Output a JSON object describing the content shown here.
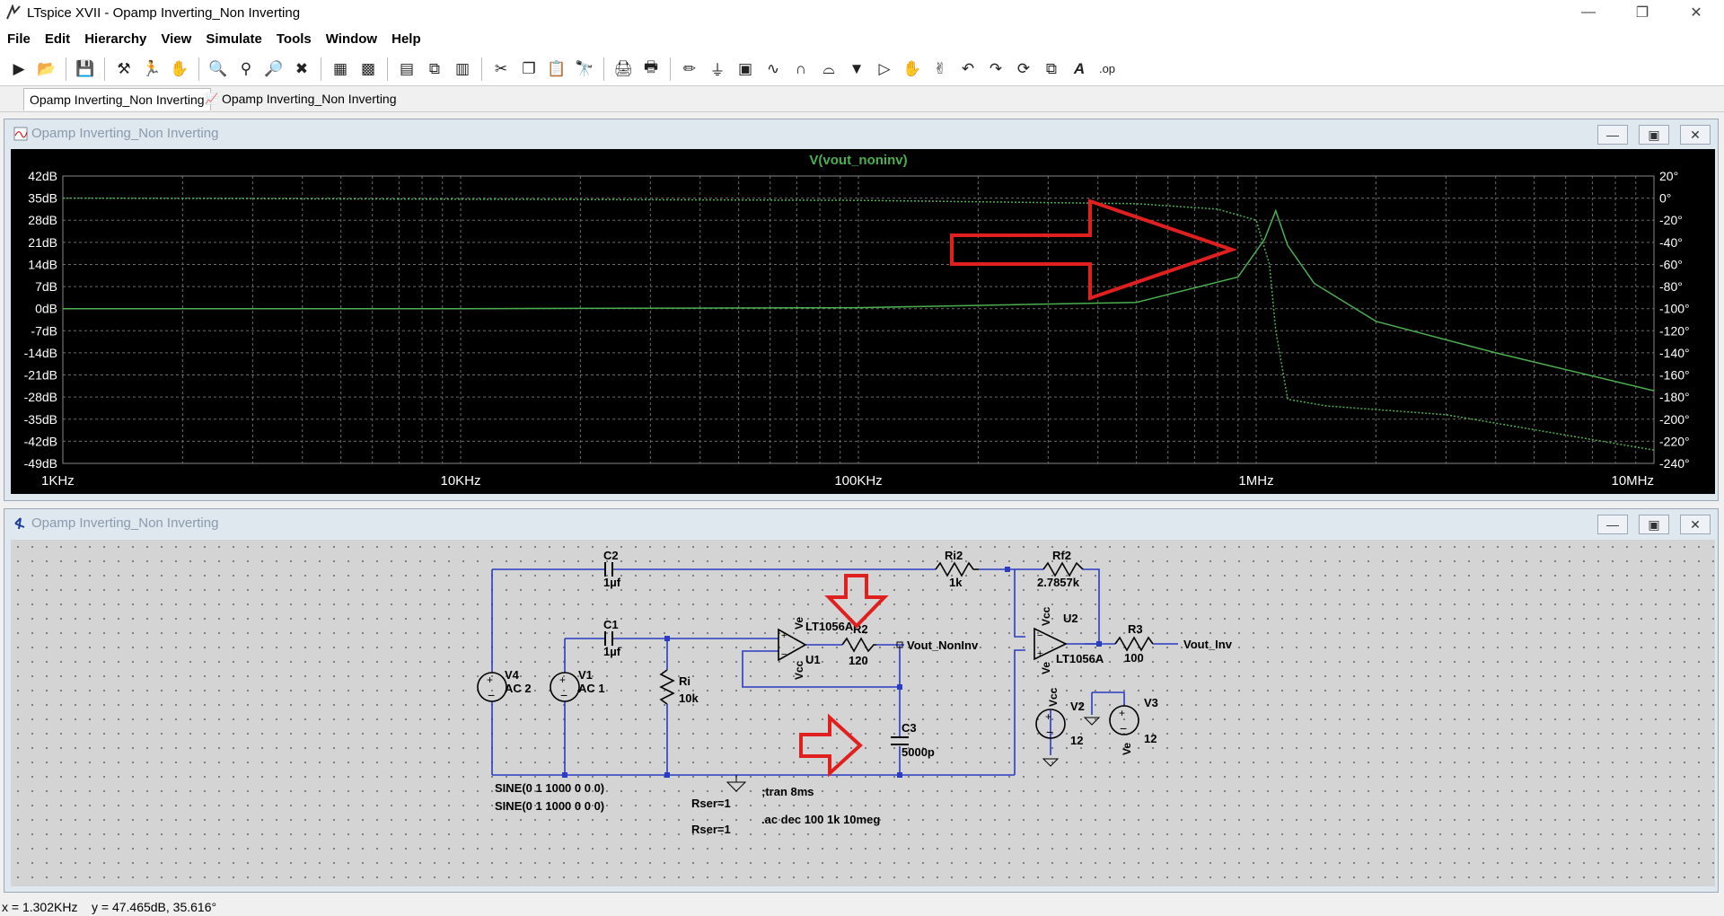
{
  "window": {
    "title": "LTspice XVII - Opamp Inverting_Non Inverting"
  },
  "menu": [
    "File",
    "Edit",
    "Hierarchy",
    "View",
    "Simulate",
    "Tools",
    "Window",
    "Help"
  ],
  "tabs": [
    {
      "label": "Opamp Inverting_Non Inverting",
      "active": true
    },
    {
      "label": "Opamp Inverting_Non Inverting",
      "active": false
    }
  ],
  "waveform_panel": {
    "title": "Opamp Inverting_Non Inverting",
    "trace_label": "V(vout_noninv)"
  },
  "schematic_panel": {
    "title": "Opamp Inverting_Non Inverting"
  },
  "chart_data": {
    "type": "line",
    "title": "V(vout_noninv)",
    "x_scale": "log",
    "x_ticks": [
      "1KHz",
      "10KHz",
      "100KHz",
      "1MHz",
      "10MHz"
    ],
    "xlim": [
      "1KHz",
      "10MHz"
    ],
    "y_left_ticks": [
      "42dB",
      "35dB",
      "28dB",
      "21dB",
      "14dB",
      "7dB",
      "0dB",
      "-7dB",
      "-14dB",
      "-21dB",
      "-28dB",
      "-35dB",
      "-42dB",
      "-49dB"
    ],
    "y_right_ticks": [
      "20°",
      "0°",
      "-20°",
      "-40°",
      "-60°",
      "-80°",
      "-100°",
      "-120°",
      "-140°",
      "-160°",
      "-180°",
      "-200°",
      "-220°",
      "-240°"
    ],
    "ylim_left_db": [
      -49,
      42
    ],
    "ylim_right_deg": [
      -240,
      20
    ],
    "grid": true,
    "series": [
      {
        "name": "V(vout_noninv)",
        "kind": "magnitude",
        "color": "#4caf50",
        "x_hz": [
          1000,
          10000,
          100000,
          500000,
          900000,
          1050000,
          1120000,
          1200000,
          1400000,
          2000000,
          4000000,
          10000000
        ],
        "y_db": [
          0,
          0,
          0.3,
          2,
          10,
          22,
          31,
          20,
          8,
          -4,
          -14,
          -26
        ]
      },
      {
        "name": "V(vout_noninv)",
        "kind": "phase",
        "color": "#4caf50",
        "x_hz": [
          1000,
          10000,
          100000,
          500000,
          800000,
          1000000,
          1080000,
          1120000,
          1200000,
          1500000,
          3000000,
          10000000
        ],
        "y_deg": [
          0,
          -1,
          -2,
          -5,
          -10,
          -20,
          -60,
          -120,
          -182,
          -188,
          -196,
          -228
        ]
      }
    ]
  },
  "schematic": {
    "components": [
      {
        "ref": "C2",
        "value": "1µf"
      },
      {
        "ref": "Ri2",
        "value": "1k"
      },
      {
        "ref": "Rf2",
        "value": "2.7857k"
      },
      {
        "ref": "C1",
        "value": "1µf"
      },
      {
        "ref": "U1",
        "value": "LT1056A"
      },
      {
        "ref": "R2",
        "value": "120"
      },
      {
        "ref": "U2",
        "value": "LT1056A"
      },
      {
        "ref": "R3",
        "value": "100"
      },
      {
        "ref": "Ri",
        "value": "10k"
      },
      {
        "ref": "V4",
        "value": "AC 2"
      },
      {
        "ref": "V1",
        "value": "AC 1"
      },
      {
        "ref": "C3",
        "value": "5000p"
      },
      {
        "ref": "V2",
        "value": "12"
      },
      {
        "ref": "V3",
        "value": "12"
      }
    ],
    "net_labels": [
      "Vout_NonInv",
      "Vout_Inv",
      "Ve",
      "Vcc",
      "Vcc",
      "Ve",
      "Vcc",
      "Ve"
    ],
    "source_specs": [
      "SINE(0 1 1000 0 0 0)",
      "SINE(0 1 1000 0 0 0)"
    ],
    "rser": [
      "Rser=1",
      "Rser=1"
    ],
    "directives": [
      ";tran 8ms",
      ".ac dec 100 1k 10meg"
    ]
  },
  "status": {
    "x": "x = 1.302KHz",
    "y": "y = 47.465dB, 35.616°"
  },
  "colors": {
    "trace": "#4caf50",
    "wire": "#2a3cc4",
    "annotation_arrow": "#e0201e",
    "plot_bg": "#000000",
    "grid": "#6b6b6b"
  }
}
